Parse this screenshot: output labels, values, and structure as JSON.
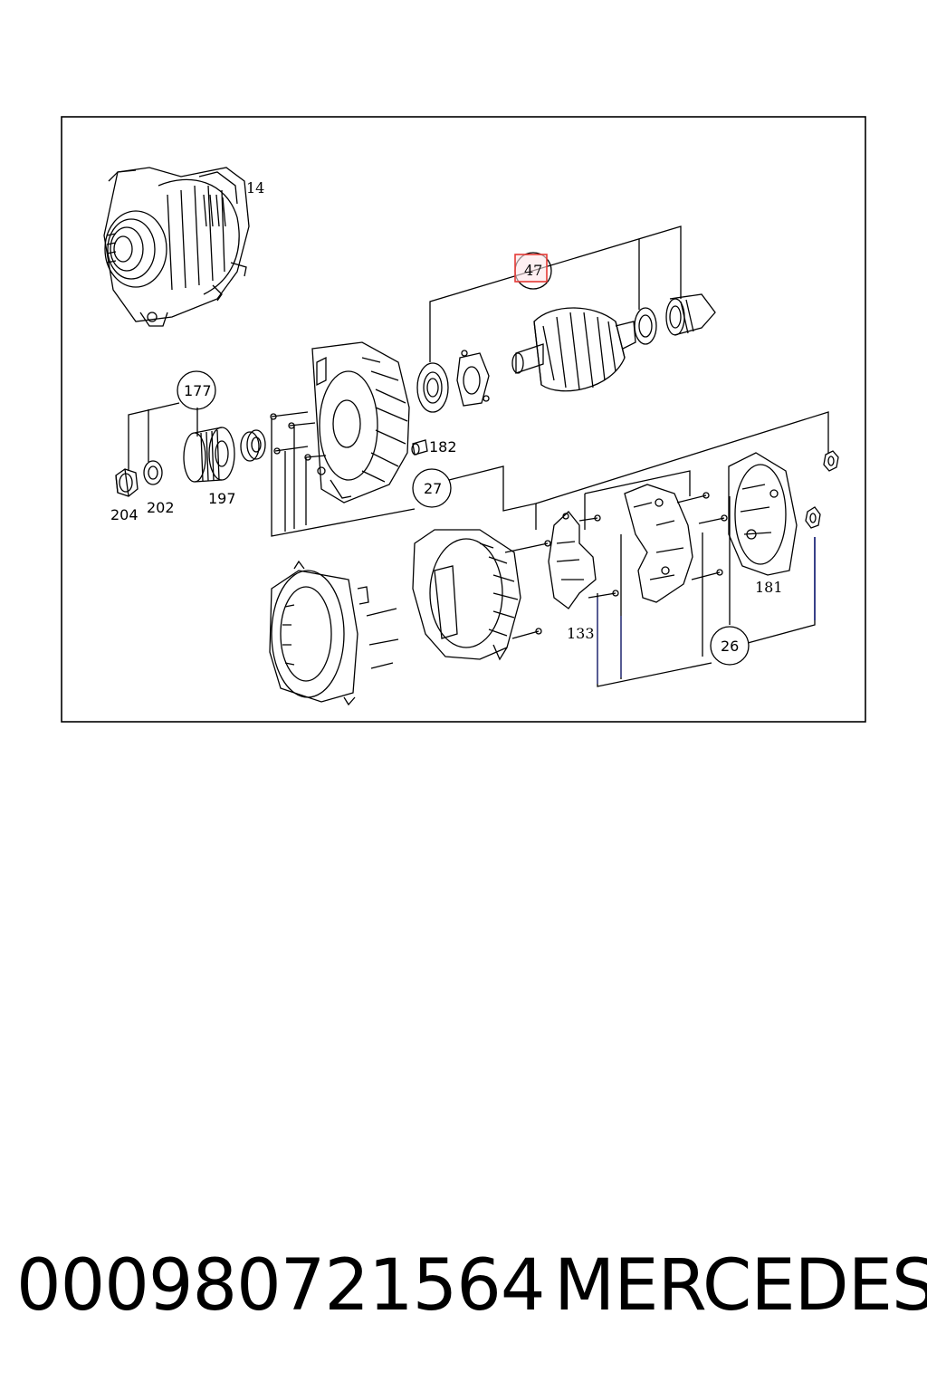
{
  "labels": {
    "p14": "14",
    "p47": "47",
    "p177": "177",
    "p182": "182",
    "p204": "204",
    "p202": "202",
    "p197": "197",
    "p27": "27",
    "p181": "181",
    "p133": "133",
    "p26": "26"
  },
  "highlight_color": "#e53935",
  "footer": {
    "part_number": "000980721564",
    "brand": "MERCEDES"
  }
}
